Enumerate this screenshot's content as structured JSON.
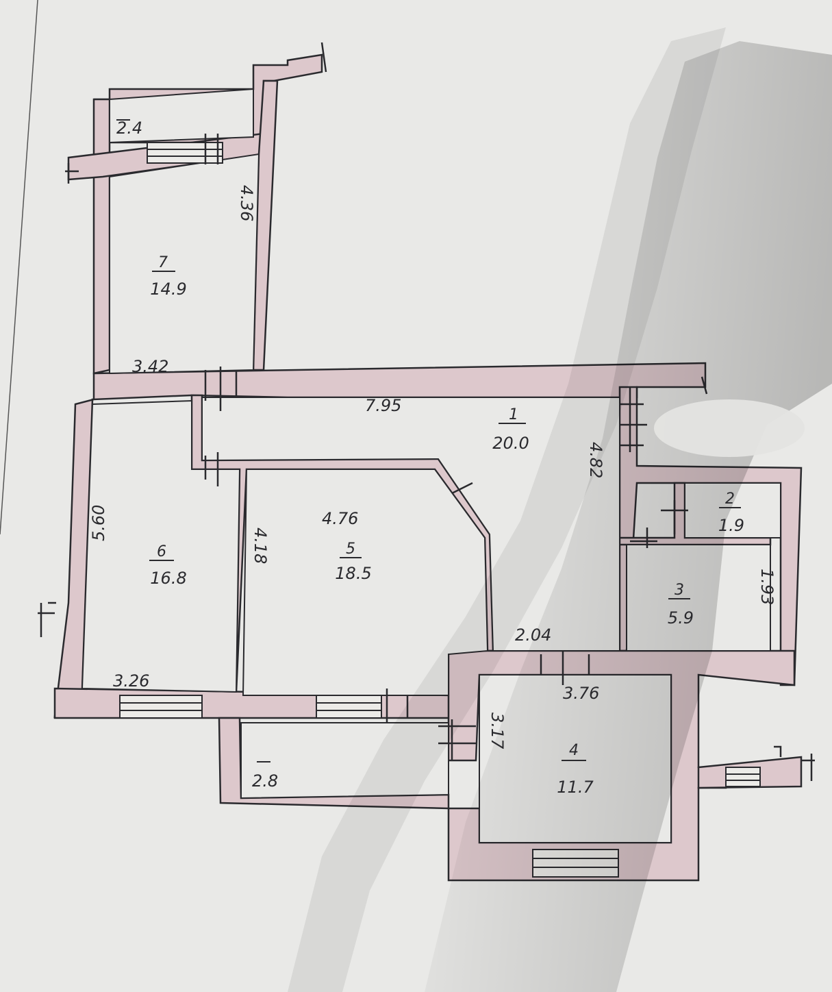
{
  "colors": {
    "paper": "#e6e6e4",
    "wall_fill": "#ddc8cc",
    "ink": "#2a2a2e",
    "shadow": "#8e8e8c"
  },
  "rooms": [
    {
      "number": "1",
      "area": "20.0"
    },
    {
      "number": "2",
      "area": "1.9"
    },
    {
      "number": "3",
      "area": "5.9"
    },
    {
      "number": "4",
      "area": "11.7"
    },
    {
      "number": "5",
      "area": "18.5"
    },
    {
      "number": "6",
      "area": "16.8"
    },
    {
      "number": "7",
      "area": "14.9"
    }
  ],
  "balconies": [
    {
      "area": "2.4"
    },
    {
      "area": "2.8"
    }
  ],
  "dimensions": [
    "4.36",
    "3.42",
    "7.95",
    "4.82",
    "5.60",
    "4.76",
    "4.18",
    "1.93",
    "2.04",
    "3.26",
    "3.76",
    "3.17"
  ]
}
